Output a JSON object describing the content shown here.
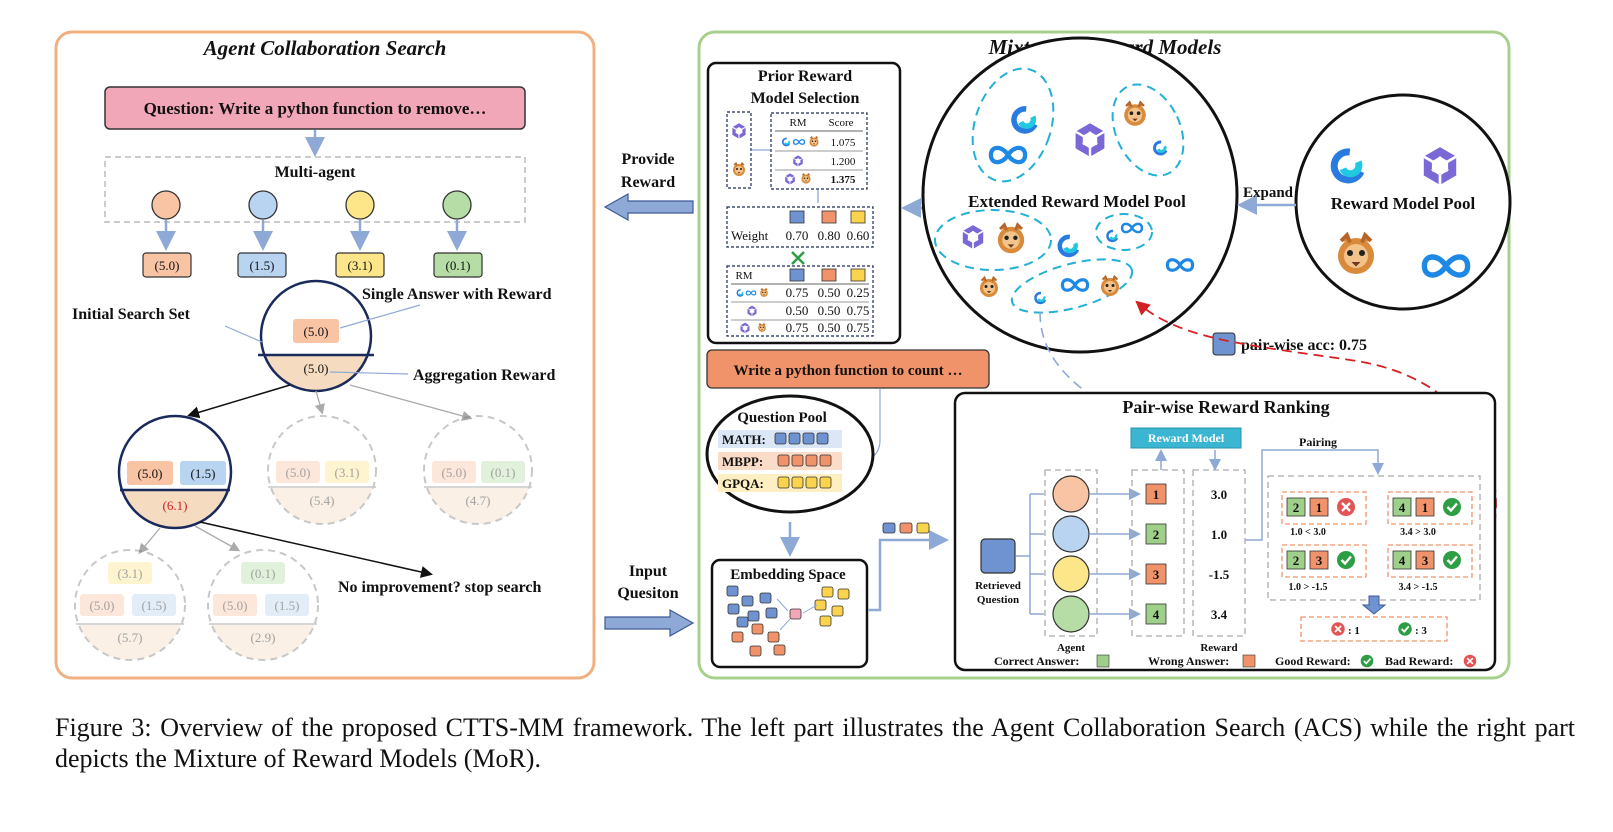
{
  "left": {
    "title": "Agent Collaboration Search",
    "question": "Question: Write a python function to remove…",
    "multi_agent": "Multi-agent",
    "agent_rewards": [
      "(5.0)",
      "(1.5)",
      "(3.1)",
      "(0.1)"
    ],
    "initial_search_set": "Initial Search Set",
    "single_answer": "Single Answer with Reward",
    "aggregation_reward": "Aggregation Reward",
    "root": {
      "answer": "(5.0)",
      "agg": "(5.0)"
    },
    "level1": [
      {
        "a": "(5.0)",
        "b": "(1.5)",
        "agg": "(6.1)"
      },
      {
        "a": "(5.0)",
        "b": "(3.1)",
        "agg": "(5.4)"
      },
      {
        "a": "(5.0)",
        "b": "(0.1)",
        "agg": "(4.7)"
      }
    ],
    "level2": [
      {
        "top": "(3.1)",
        "a": "(5.0)",
        "b": "(1.5)",
        "agg": "(5.7)"
      },
      {
        "top": "(0.1)",
        "a": "(5.0)",
        "b": "(1.5)",
        "agg": "(2.9)"
      }
    ],
    "stop": "No improvement? stop search"
  },
  "middle": {
    "provide_reward": [
      "Provide",
      "Reward"
    ],
    "input_question": [
      "Input",
      "Quesiton"
    ]
  },
  "right": {
    "title": "Mixture of Reward Models",
    "prior": {
      "title": [
        "Prior Reward",
        "Model Selection"
      ],
      "header": [
        "RM",
        "Score"
      ],
      "scores": [
        "1.075",
        "1.200",
        "1.375"
      ],
      "weight_label": "Weight",
      "weights": [
        "0.70",
        "0.80",
        "0.60"
      ],
      "rm_label": "RM",
      "matrix": [
        [
          "0.75",
          "0.50",
          "0.25"
        ],
        [
          "0.50",
          "0.50",
          "0.75"
        ],
        [
          "0.75",
          "0.50",
          "0.75"
        ]
      ]
    },
    "extended_pool": "Extended Reward Model Pool",
    "expand": "Expand",
    "pool": "Reward Model Pool",
    "pairwise_acc": "pair-wise acc: 0.75",
    "count_question": "Write a python function to count …",
    "question_pool": {
      "title": "Question Pool",
      "rows": [
        "MATH:",
        "MBPP:",
        "GPQA:"
      ]
    },
    "embedding_space": "Embedding Space",
    "ranking": {
      "title": "Pair-wise Reward Ranking",
      "reward_model": "Reward Model",
      "pairing": "Pairing",
      "retrieved": [
        "Retrieved",
        "Question"
      ],
      "agent_ids": [
        "1",
        "2",
        "3",
        "4"
      ],
      "rewards": [
        "3.0",
        "1.0",
        "-1.5",
        "3.4"
      ],
      "agent_label": "Agent",
      "reward_label": "Reward",
      "pairs": [
        {
          "a": "2",
          "b": "1",
          "cmp": "1.0 < 3.0",
          "ok": false
        },
        {
          "a": "4",
          "b": "1",
          "cmp": "3.4 > 3.0",
          "ok": true
        },
        {
          "a": "2",
          "b": "3",
          "cmp": "1.0 > -1.5",
          "ok": true
        },
        {
          "a": "4",
          "b": "3",
          "cmp": "3.4 > -1.5",
          "ok": true
        }
      ],
      "tally_bad": ": 1",
      "tally_good": ": 3",
      "correct_answer": "Correct Answer:",
      "wrong_answer": "Wrong Answer:",
      "good_reward": "Good Reward:",
      "bad_reward": "Bad Reward:"
    }
  },
  "caption": "Figure 3: Overview of the proposed CTTS-MM framework. The left part illustrates the Agent Collaboration Search (ACS) while the right part depicts the Mixture of Reward Models (MoR)."
}
